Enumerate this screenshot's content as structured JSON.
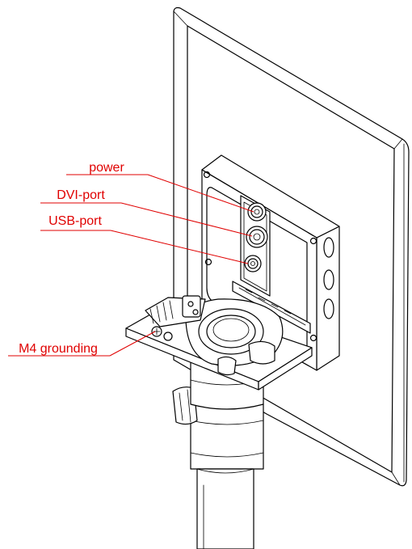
{
  "callouts": {
    "power": "power",
    "dvi": "DVI-port",
    "usb": "USB-port",
    "grounding": "M4 grounding"
  },
  "colors": {
    "callout": "#e00000",
    "line": "#000000",
    "background": "#ffffff"
  }
}
